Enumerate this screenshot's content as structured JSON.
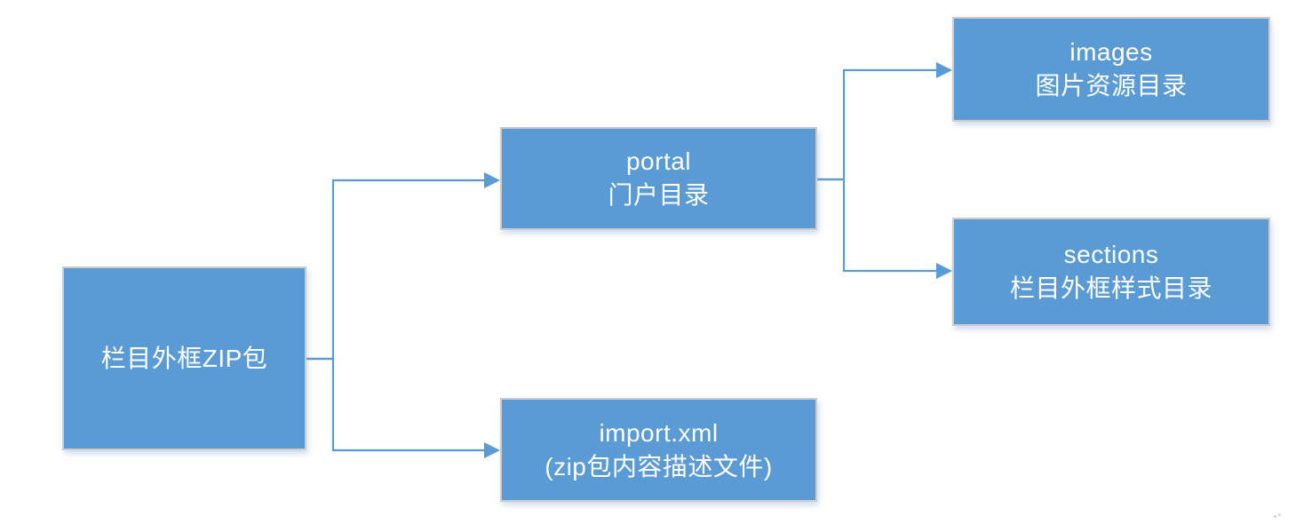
{
  "diagram": {
    "type": "tree",
    "direction": "left-to-right",
    "background_color": "#FFFFFF",
    "node_fill_color": "#5B9BD5",
    "node_border_color": "#CCCCCC",
    "connector_color": "#5B9BD5",
    "text_color": "#FFFFFF",
    "nodes": {
      "zip": {
        "line1": "栏目外框ZIP包",
        "line2": ""
      },
      "portal": {
        "line1": "portal",
        "line2": "门户目录"
      },
      "import": {
        "line1": "import.xml",
        "line2": "(zip包内容描述文件)"
      },
      "images": {
        "line1": "images",
        "line2": "图片资源目录"
      },
      "sections": {
        "line1": "sections",
        "line2": "栏目外框样式目录"
      }
    },
    "edges": [
      {
        "from": "栏目外框ZIP包",
        "to": "portal 门户目录"
      },
      {
        "from": "栏目外框ZIP包",
        "to": "import.xml (zip包内容描述文件)"
      },
      {
        "from": "portal 门户目录",
        "to": "images 图片资源目录"
      },
      {
        "from": "portal 门户目录",
        "to": "sections 栏目外框样式目录"
      }
    ]
  }
}
